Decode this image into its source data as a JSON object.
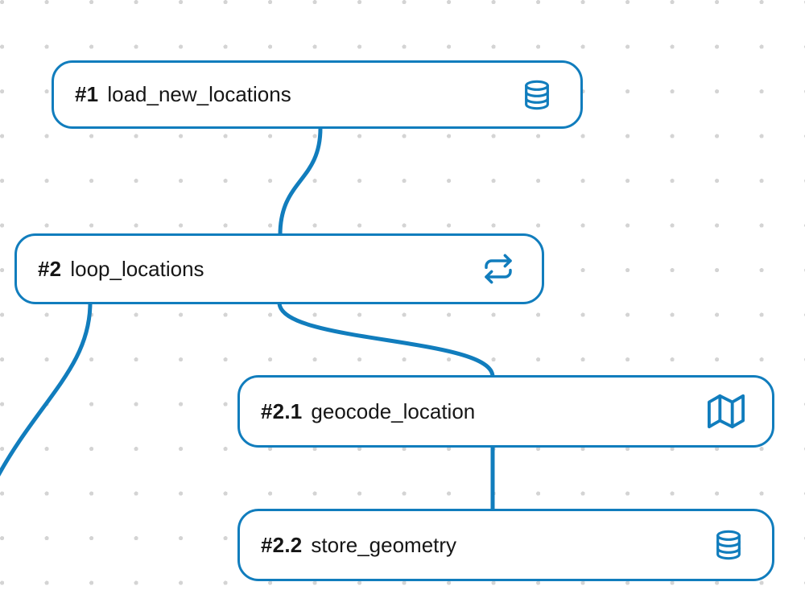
{
  "canvas": {
    "background": "#ffffff",
    "dot_color": "#d4d4d4",
    "accent_color": "#117dbd",
    "text_color": "#161616"
  },
  "nodes": [
    {
      "number": "#1",
      "name": "load_new_locations",
      "icon": "database-icon"
    },
    {
      "number": "#2",
      "name": "loop_locations",
      "icon": "repeat-icon"
    },
    {
      "number": "#2.1",
      "name": "geocode_location",
      "icon": "map-icon"
    },
    {
      "number": "#2.2",
      "name": "store_geometry",
      "icon": "database-icon"
    }
  ],
  "edges": [
    {
      "from": "#1",
      "to": "#2"
    },
    {
      "from": "#2",
      "to": "#2.1"
    },
    {
      "from": "#2",
      "to": "offscreen-left"
    },
    {
      "from": "#2.1",
      "to": "#2.2"
    }
  ]
}
